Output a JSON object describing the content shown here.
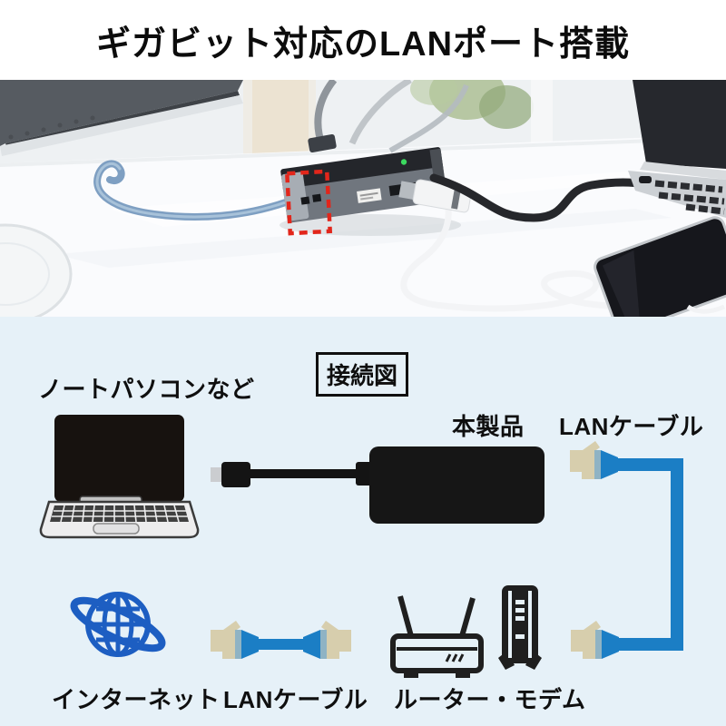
{
  "title": "ギガビット対応のLANポート搭載",
  "diagram": {
    "heading": "接続図",
    "labels": {
      "laptop": "ノートパソコンなど",
      "product": "本製品",
      "lan_cable_right": "LANケーブル",
      "internet": "インターネット",
      "lan_cable_bottom": "LANケーブル",
      "router_modem": "ルーター・モデム"
    }
  },
  "icons": [
    "laptop-icon",
    "usbc-cable-icon",
    "product-box",
    "rj45-plug-icon",
    "lan-cable-icon",
    "globe-internet-icon",
    "router-icon",
    "modem-icon",
    "lan-port-highlight"
  ],
  "colors": {
    "background_blue": "#e6f1f8",
    "cable_blue": "#1b7ec5",
    "connector_beige": "#d7cead",
    "connector_stripe": "#8fb3c4",
    "globe_blue": "#1d5ec2",
    "device_black": "#161616",
    "highlight_red": "#e2261b"
  }
}
